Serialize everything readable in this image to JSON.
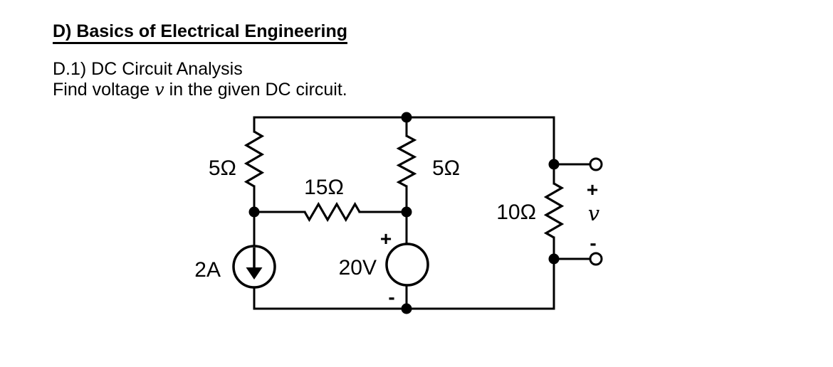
{
  "page": {
    "background": "#ffffff",
    "ink": "#000000"
  },
  "document": {
    "title": "D) Basics of Electrical Engineering",
    "subtitle": "D.1) DC Circuit Analysis",
    "instruction": {
      "prefix": "Find voltage ",
      "variable": "v",
      "suffix": " in the given DC circuit."
    }
  },
  "circuit": {
    "resistors": [
      {
        "id": "R-left",
        "value": "5Ω",
        "orientation": "vertical"
      },
      {
        "id": "R-middle-horizontal",
        "value": "15Ω",
        "orientation": "horizontal"
      },
      {
        "id": "R-middle",
        "value": "5Ω",
        "orientation": "vertical"
      },
      {
        "id": "R-right",
        "value": "10Ω",
        "orientation": "vertical"
      }
    ],
    "current_source": {
      "value": "2A",
      "direction": "down"
    },
    "voltage_source": {
      "value": "20V",
      "plus": "+",
      "minus": "-"
    },
    "output": {
      "plus": "+",
      "variable": "v",
      "minus": "-"
    }
  }
}
